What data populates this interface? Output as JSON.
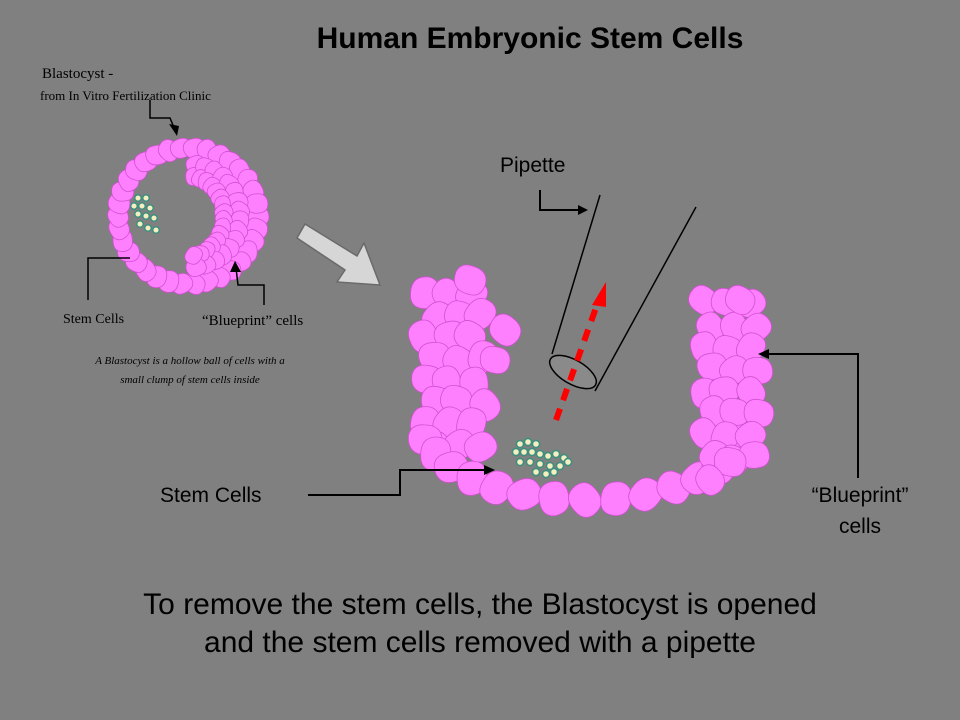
{
  "title": "Human Embryonic Stem Cells",
  "small_diagram": {
    "blastocyst_label": "Blastocyst -",
    "source_label": "from In Vitro Fertilization Clinic",
    "stem_cells_label": "Stem Cells",
    "blueprint_label": "“Blueprint” cells",
    "caption_line1": "A Blastocyst is a hollow ball of cells with a",
    "caption_line2": "small clump of stem cells inside"
  },
  "large_diagram": {
    "pipette_label": "Pipette",
    "stem_cells_label": "Stem Cells",
    "blueprint_line1": "“Blueprint”",
    "blueprint_line2": "cells"
  },
  "bottom_text": {
    "line1": "To remove the stem cells, the Blastocyst is opened",
    "line2": "and the stem cells removed with a pipette"
  },
  "colors": {
    "background": "#808080",
    "cell_fill": "#ff80ff",
    "cell_stroke": "#d24fd2",
    "stem_fill": "#f4eec0",
    "stem_stroke": "#3f8f80",
    "arrow_red": "#ff0000"
  }
}
